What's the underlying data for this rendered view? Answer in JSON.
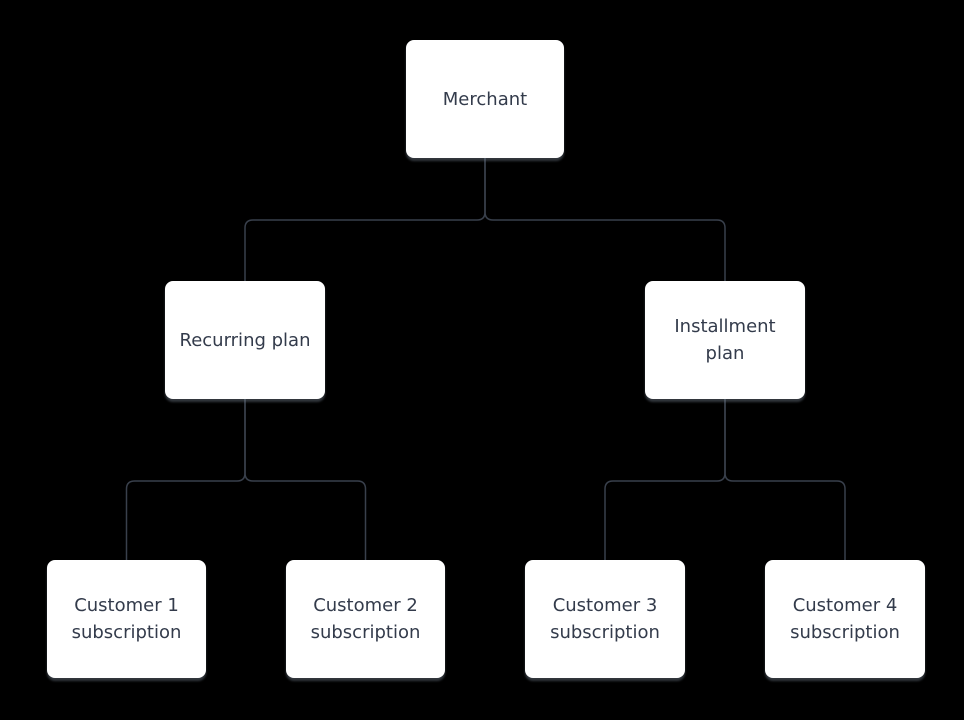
{
  "canvas": {
    "background_color": "#000000",
    "node_fill_color": "#ffffff",
    "node_text_color": "#333b4b",
    "connector_color": "#39404c"
  },
  "nodes": {
    "merchant": {
      "label": "Merchant"
    },
    "recurring_plan": {
      "label": "Recurring plan"
    },
    "installment_plan": {
      "label": "Installment\nplan"
    },
    "customer1": {
      "label": "Customer 1\nsubscription"
    },
    "customer2": {
      "label": "Customer 2\nsubscription"
    },
    "customer3": {
      "label": "Customer 3\nsubscription"
    },
    "customer4": {
      "label": "Customer 4\nsubscription"
    }
  }
}
